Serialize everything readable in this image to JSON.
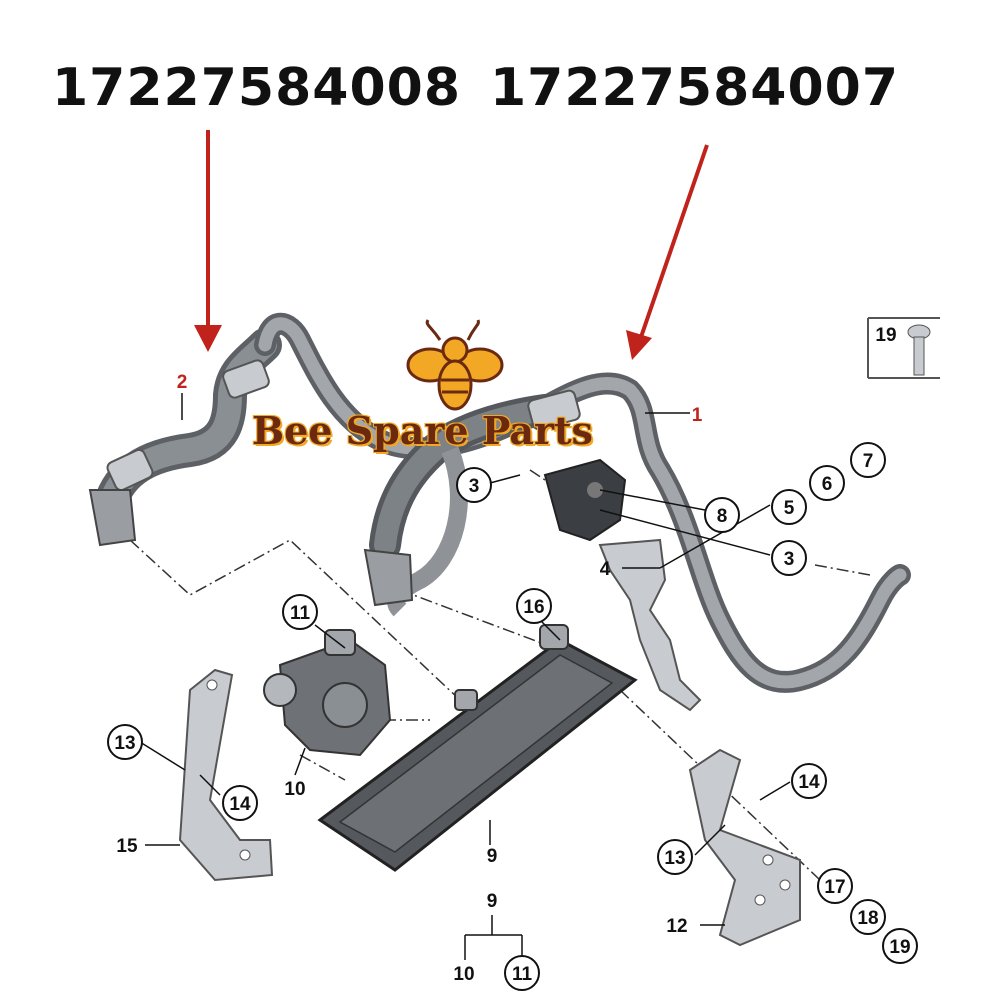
{
  "part_numbers": {
    "left": "17227584008",
    "right": "17227584007"
  },
  "brand": {
    "name": "Bee Spare Parts",
    "logo_icon": "bee-icon",
    "colors": {
      "yellow": "#f2a825",
      "brown": "#6b2a10"
    }
  },
  "arrows": {
    "color": "#c0231c"
  },
  "callouts": {
    "c1": "1",
    "c2": "2",
    "c3a": "3",
    "c3b": "3",
    "c4": "4",
    "c5": "5",
    "c6": "6",
    "c7": "7",
    "c8": "8",
    "c9a": "9",
    "c9b": "9",
    "c10a": "10",
    "c10b": "10",
    "c11a": "11",
    "c11b": "11",
    "c12": "12",
    "c13a": "13",
    "c13b": "13",
    "c14a": "14",
    "c14b": "14",
    "c15": "15",
    "c16": "16",
    "c17": "17",
    "c18": "18",
    "c19a": "19",
    "c19b": "19"
  }
}
